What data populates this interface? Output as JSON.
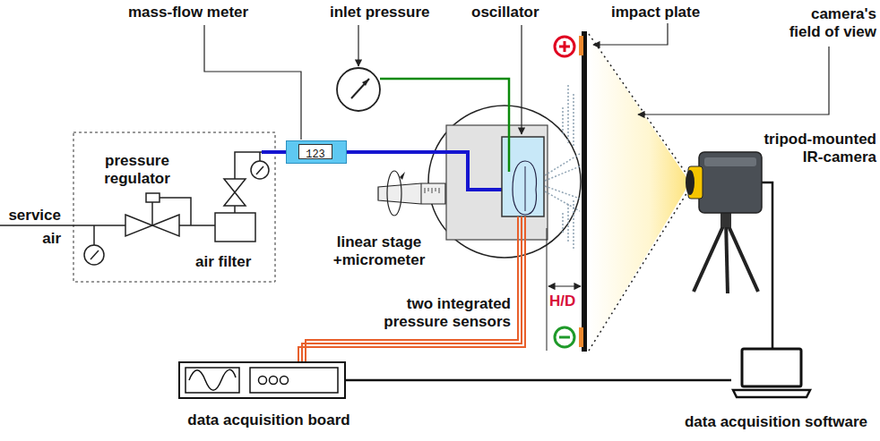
{
  "diagram": {
    "nodes": [
      {
        "text": [
          "123"
        ]
      },
      {
        "text": [
          "data acquisition board"
        ]
      },
      {
        "text": [
          "data acquisition software"
        ]
      },
      {
        "text": [
          "tripod-mounted IR-camera"
        ]
      }
    ],
    "edges": [
      {
        "from": 1,
        "to": 2,
        "arrow": "none"
      },
      {
        "from": 3,
        "to": 2,
        "arrow": "none"
      }
    ],
    "labels": [
      "mass-flow meter",
      "inlet pressure",
      "oscillator",
      "impact plate",
      "camera's field of view",
      "pressure regulator",
      "service air",
      "air filter",
      "linear stage +micrometer",
      "two integrated pressure sensors",
      "H/D"
    ]
  }
}
